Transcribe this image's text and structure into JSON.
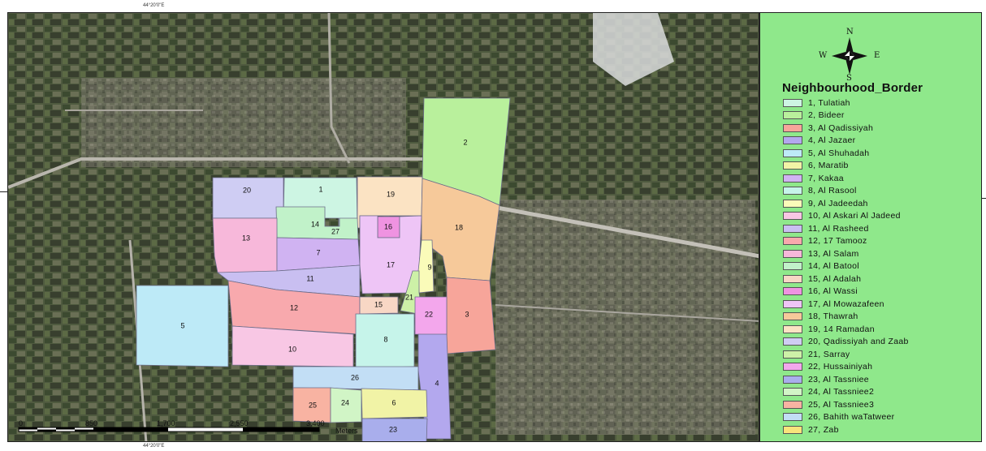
{
  "coords": {
    "top": "44°20'0\"E",
    "bottom": "44°20'0\"E"
  },
  "compass": {
    "n": "N",
    "s": "S",
    "e": "E",
    "w": "W"
  },
  "legend": {
    "title": "Neighbourhood_Border",
    "items": [
      {
        "label": "1, Tulatiah",
        "color": "#cdf5e3"
      },
      {
        "label": "2, Bideer",
        "color": "#b9f09c"
      },
      {
        "label": "3, Al Qadissiyah",
        "color": "#f7a59a"
      },
      {
        "label": "4, Al Jazaer",
        "color": "#b3a8ee"
      },
      {
        "label": "5, Al Shuhadah",
        "color": "#bdeaf7"
      },
      {
        "label": "6, Maratib",
        "color": "#f1f3a6"
      },
      {
        "label": "7, Kakaa",
        "color": "#d0b3f2"
      },
      {
        "label": "8, Al Rasool",
        "color": "#c6f4ea"
      },
      {
        "label": "9, Al Jadeedah",
        "color": "#fafbb9"
      },
      {
        "label": "10, Al Askari Al Jadeed",
        "color": "#f8c7e4"
      },
      {
        "label": "11, Al Rasheed",
        "color": "#c9bff1"
      },
      {
        "label": "12, 17 Tamooz",
        "color": "#f8a9ad"
      },
      {
        "label": "13, Al Salam",
        "color": "#f7b8da"
      },
      {
        "label": "14, Al Batool",
        "color": "#c1f2c9"
      },
      {
        "label": "15, Al Adalah",
        "color": "#f8d7c5"
      },
      {
        "label": "16, Al Wassi",
        "color": "#ef93e1"
      },
      {
        "label": "17, Al Mowazafeen",
        "color": "#eec5f6"
      },
      {
        "label": "18, Thawrah",
        "color": "#f6c99a"
      },
      {
        "label": "19, 14 Ramadan",
        "color": "#fbe3c3"
      },
      {
        "label": "20, Qadissiyah and Zaab",
        "color": "#cfcdf3"
      },
      {
        "label": "21, Sarray",
        "color": "#cdf1a7"
      },
      {
        "label": "22, Hussainiyah",
        "color": "#f3a7ec"
      },
      {
        "label": "23, Al Tassniee",
        "color": "#a9aeec"
      },
      {
        "label": "24, Al Tassniee2",
        "color": "#d1f5c6"
      },
      {
        "label": "25, Al Tassniee3",
        "color": "#f8b3a2"
      },
      {
        "label": "26, Bahith waTatweer",
        "color": "#c2def5"
      },
      {
        "label": "27, Zab",
        "color": "#f8e47b"
      }
    ]
  },
  "neighbourhoods": [
    {
      "id": "1",
      "label": "1"
    },
    {
      "id": "2",
      "label": "2"
    },
    {
      "id": "3",
      "label": "3"
    },
    {
      "id": "4",
      "label": "4"
    },
    {
      "id": "5",
      "label": "5"
    },
    {
      "id": "6",
      "label": "6"
    },
    {
      "id": "7",
      "label": "7"
    },
    {
      "id": "8",
      "label": "8"
    },
    {
      "id": "9",
      "label": "9"
    },
    {
      "id": "10",
      "label": "10"
    },
    {
      "id": "11",
      "label": "11"
    },
    {
      "id": "12",
      "label": "12"
    },
    {
      "id": "13",
      "label": "13"
    },
    {
      "id": "14",
      "label": "14"
    },
    {
      "id": "15",
      "label": "15"
    },
    {
      "id": "16",
      "label": "16"
    },
    {
      "id": "17",
      "label": "17"
    },
    {
      "id": "18",
      "label": "18"
    },
    {
      "id": "19",
      "label": "19"
    },
    {
      "id": "20",
      "label": "20"
    },
    {
      "id": "21",
      "label": "21"
    },
    {
      "id": "22",
      "label": "22"
    },
    {
      "id": "23",
      "label": "23"
    },
    {
      "id": "24",
      "label": "24"
    },
    {
      "id": "25",
      "label": "25"
    },
    {
      "id": "26",
      "label": "26"
    },
    {
      "id": "27",
      "label": "27"
    }
  ],
  "scalebar": {
    "ticks": [
      "0",
      "850",
      "1,700",
      "2,550",
      "3,400"
    ],
    "unit": "Meters"
  }
}
